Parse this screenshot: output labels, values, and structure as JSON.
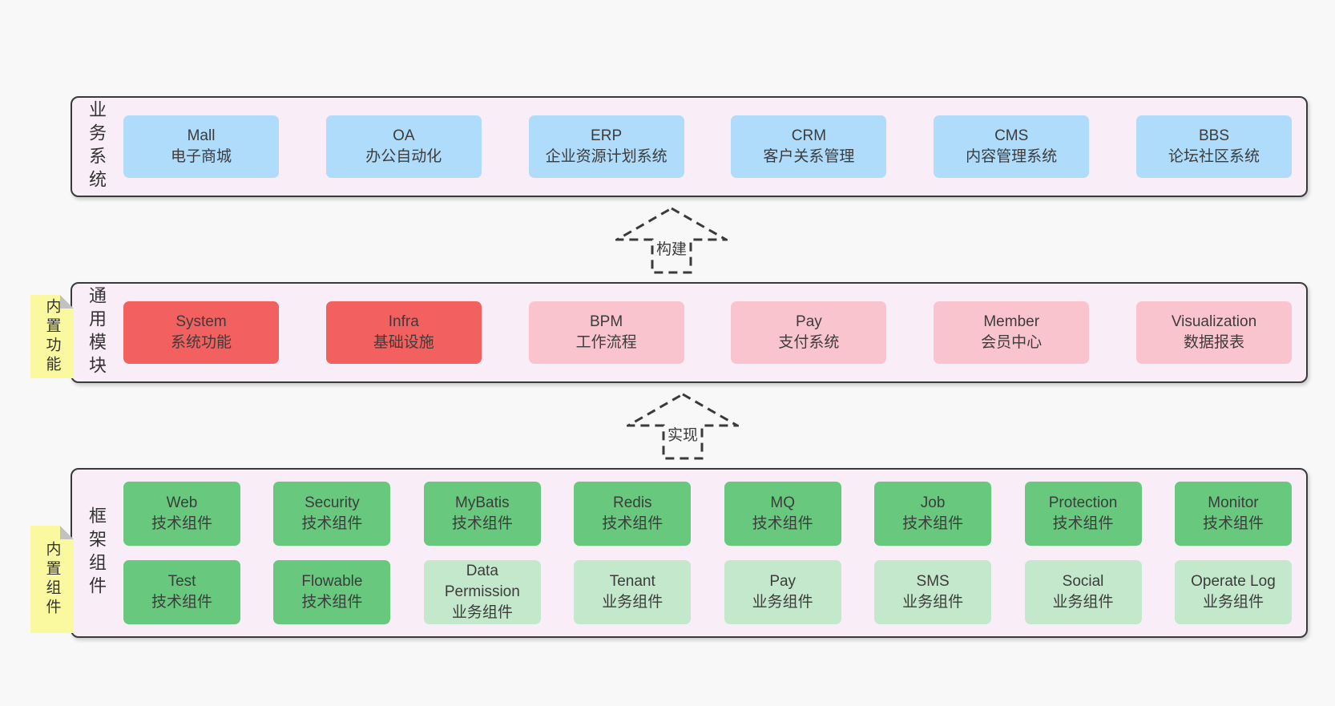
{
  "colors": {
    "page_bg": "#f8f8f8",
    "band_bg": "#f9edf7",
    "band_border": "#3a3a3a",
    "box_text": "#3c3c3c",
    "blue": "#aedcfa",
    "red": "#f2615f",
    "pink": "#fac4cf",
    "green": "#68c97e",
    "light_green": "#c4e8cb",
    "sticky_yellow": "#fbf9a0",
    "sticky_fold": "#c2c2c2",
    "arrow": "#3a3a3a"
  },
  "bands": [
    {
      "label": "业务系统",
      "sticky": null,
      "rows": [
        [
          {
            "title": "Mall",
            "subtitle": "电子商城",
            "variant": "blue"
          },
          {
            "title": "OA",
            "subtitle": "办公自动化",
            "variant": "blue"
          },
          {
            "title": "ERP",
            "subtitle": "企业资源计划系统",
            "variant": "blue"
          },
          {
            "title": "CRM",
            "subtitle": "客户关系管理",
            "variant": "blue"
          },
          {
            "title": "CMS",
            "subtitle": "内容管理系统",
            "variant": "blue"
          },
          {
            "title": "BBS",
            "subtitle": "论坛社区系统",
            "variant": "blue"
          }
        ]
      ]
    },
    {
      "label": "通用模块",
      "sticky": "内置功能",
      "rows": [
        [
          {
            "title": "System",
            "subtitle": "系统功能",
            "variant": "red"
          },
          {
            "title": "Infra",
            "subtitle": "基础设施",
            "variant": "red"
          },
          {
            "title": "BPM",
            "subtitle": "工作流程",
            "variant": "pink"
          },
          {
            "title": "Pay",
            "subtitle": "支付系统",
            "variant": "pink"
          },
          {
            "title": "Member",
            "subtitle": "会员中心",
            "variant": "pink"
          },
          {
            "title": "Visualization",
            "subtitle": "数据报表",
            "variant": "pink"
          }
        ]
      ]
    },
    {
      "label": "框架组件",
      "sticky": "内置组件",
      "rows": [
        [
          {
            "title": "Web",
            "subtitle": "技术组件",
            "variant": "green"
          },
          {
            "title": "Security",
            "subtitle": "技术组件",
            "variant": "green"
          },
          {
            "title": "MyBatis",
            "subtitle": "技术组件",
            "variant": "green"
          },
          {
            "title": "Redis",
            "subtitle": "技术组件",
            "variant": "green"
          },
          {
            "title": "MQ",
            "subtitle": "技术组件",
            "variant": "green"
          },
          {
            "title": "Job",
            "subtitle": "技术组件",
            "variant": "green"
          },
          {
            "title": "Protection",
            "subtitle": "技术组件",
            "variant": "green"
          },
          {
            "title": "Monitor",
            "subtitle": "技术组件",
            "variant": "green"
          }
        ],
        [
          {
            "title": "Test",
            "subtitle": "技术组件",
            "variant": "green"
          },
          {
            "title": "Flowable",
            "subtitle": "技术组件",
            "variant": "green"
          },
          {
            "title": "Data Permission",
            "subtitle": "业务组件",
            "variant": "lightgreen"
          },
          {
            "title": "Tenant",
            "subtitle": "业务组件",
            "variant": "lightgreen"
          },
          {
            "title": "Pay",
            "subtitle": "业务组件",
            "variant": "lightgreen"
          },
          {
            "title": "SMS",
            "subtitle": "业务组件",
            "variant": "lightgreen"
          },
          {
            "title": "Social",
            "subtitle": "业务组件",
            "variant": "lightgreen"
          },
          {
            "title": "Operate Log",
            "subtitle": "业务组件",
            "variant": "lightgreen"
          }
        ]
      ]
    }
  ],
  "arrows": [
    {
      "label": "构建"
    },
    {
      "label": "实现"
    }
  ]
}
